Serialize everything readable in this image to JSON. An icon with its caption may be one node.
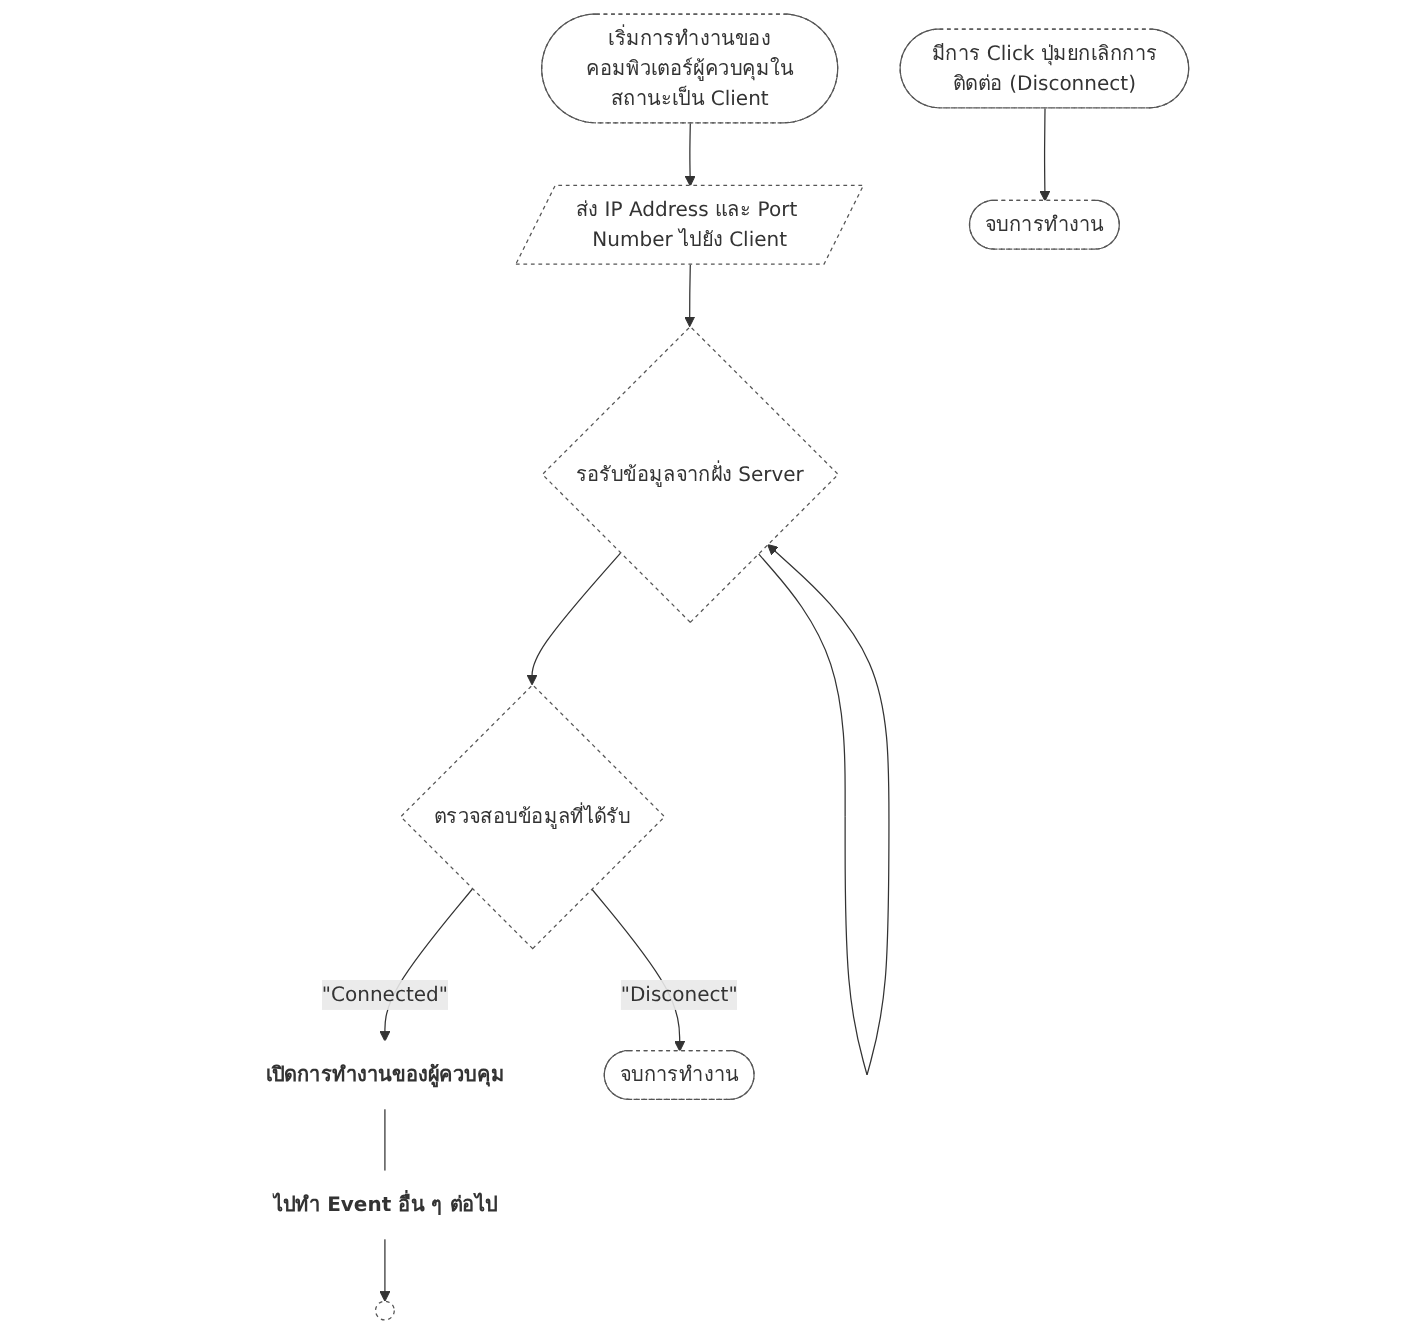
{
  "diagram": {
    "nodes": [
      {
        "text": [
          "เริ่มการทำงานของคอมพิวเตอร์ผู้ควบคุมในสถานะเป็น Client"
        ]
      },
      {
        "text": [
          "ส่ง IP Address และ Port Number ไปยัง Client"
        ]
      },
      {
        "text": [
          "รอรับข้อมูลจากฝั่ง Server"
        ]
      },
      {
        "text": [
          "ตรวจสอบข้อมูลที่ได้รับ"
        ]
      },
      {
        "text": [
          "เปิดการทำงานของผู้ควบคุม"
        ]
      },
      {
        "text": [
          "ไปทำ Event อื่น ๆ ต่อไป"
        ]
      },
      {
        "text": [],
        "shape": "circle"
      },
      {
        "text": [
          "จบการทำงาน"
        ]
      },
      {
        "text": [
          "มีการ Click ปุ่มยกเลิกการติดต่อ (Disconnect)"
        ]
      },
      {
        "text": [
          "จบการทำงาน"
        ]
      }
    ],
    "edges": [
      {
        "from": 0,
        "to": 1,
        "arrow": "to"
      },
      {
        "from": 1,
        "to": 2,
        "arrow": "to"
      },
      {
        "from": 2,
        "to": 2,
        "arrow": "to"
      },
      {
        "from": 2,
        "to": 3,
        "arrow": "to"
      },
      {
        "from": 3,
        "to": 4,
        "arrow": "to",
        "label": "\"Connected\""
      },
      {
        "from": 3,
        "to": 7,
        "arrow": "to",
        "label": "\"Disconect\""
      },
      {
        "from": 4,
        "to": 5,
        "arrow": "none"
      },
      {
        "from": 5,
        "to": 6,
        "arrow": "to"
      },
      {
        "from": 8,
        "to": 9,
        "arrow": "to"
      }
    ]
  }
}
